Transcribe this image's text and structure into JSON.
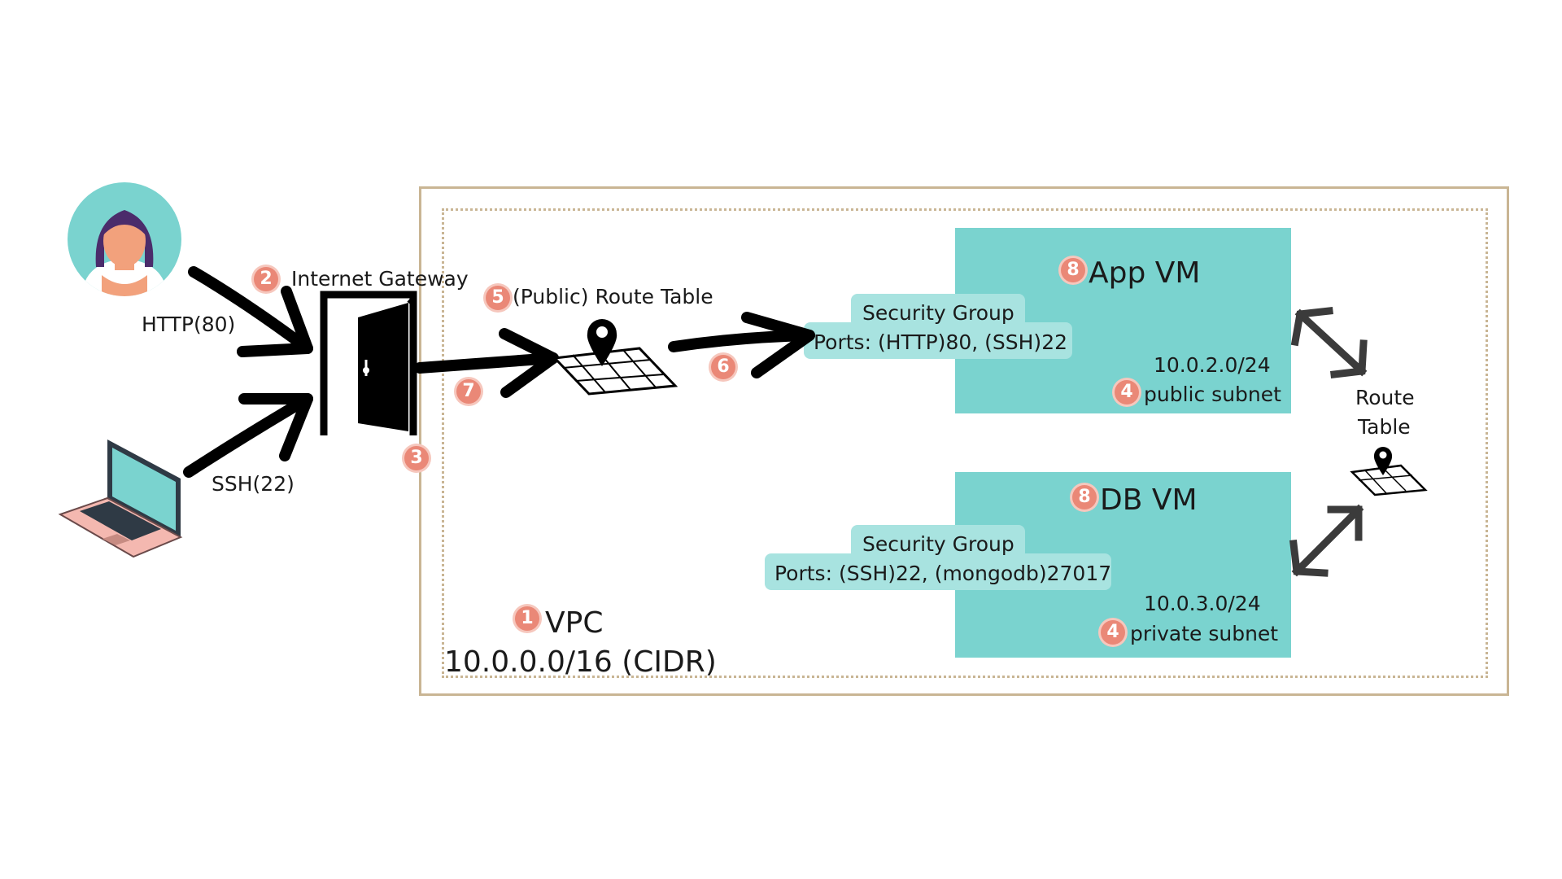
{
  "internet_gateway": {
    "label": "Internet Gateway",
    "step": "2"
  },
  "gateway_step": "3",
  "traffic": {
    "http_label": "HTTP(80)",
    "ssh_label": "SSH(22)"
  },
  "public_route_table": {
    "step": "5",
    "label": "(Public) Route Table"
  },
  "arrow_steps": {
    "to_app": "6",
    "gateway_to_route": "7"
  },
  "vpc": {
    "step": "1",
    "label": "VPC",
    "cidr": "10.0.0.0/16 (CIDR)"
  },
  "app_vm": {
    "step": "8",
    "title": "App VM",
    "security_group_title": "Security Group",
    "security_group_ports": "Ports: (HTTP)80, (SSH)22",
    "subnet_cidr": "10.0.2.0/24",
    "subnet_step": "4",
    "subnet_label": "public subnet"
  },
  "db_vm": {
    "step": "8",
    "title": "DB VM",
    "security_group_title": "Security Group",
    "security_group_ports": "Ports: (SSH)22, (mongodb)27017",
    "subnet_cidr": "10.0.3.0/24",
    "subnet_step": "4",
    "subnet_label": "private subnet"
  },
  "private_route_table": {
    "label_line1": "Route",
    "label_line2": "Table"
  },
  "colors": {
    "subnet_fill": "#7ad3cf",
    "security_group_fill": "#a8e3e0",
    "vpc_border": "#c9b594",
    "badge": "#ea8877",
    "avatar_bg": "#7ad3cf",
    "laptop_screen": "#7ad3cf",
    "laptop_body": "#f4b8b0"
  },
  "icons": [
    "user-avatar-icon",
    "laptop-icon",
    "door-icon",
    "map-pin-icon",
    "map-icon",
    "double-arrow-icon"
  ]
}
